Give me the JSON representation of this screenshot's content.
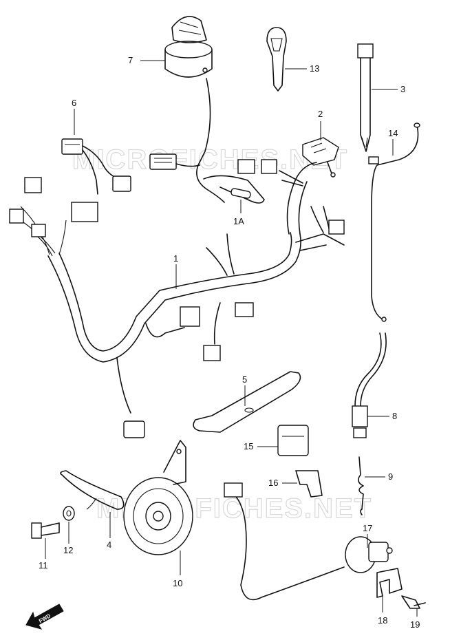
{
  "watermark": "MICROFICHES.NET",
  "fwd_label": "FWD",
  "callouts": {
    "c1": "1",
    "c1a": "1A",
    "c2": "2",
    "c3": "3",
    "c4": "4",
    "c5": "5",
    "c6": "6",
    "c7": "7",
    "c8": "8",
    "c9": "9",
    "c10": "10",
    "c11": "11",
    "c12": "12",
    "c13": "13",
    "c14": "14",
    "c15": "15",
    "c16": "16",
    "c17": "17",
    "c18": "18",
    "c19": "19"
  }
}
